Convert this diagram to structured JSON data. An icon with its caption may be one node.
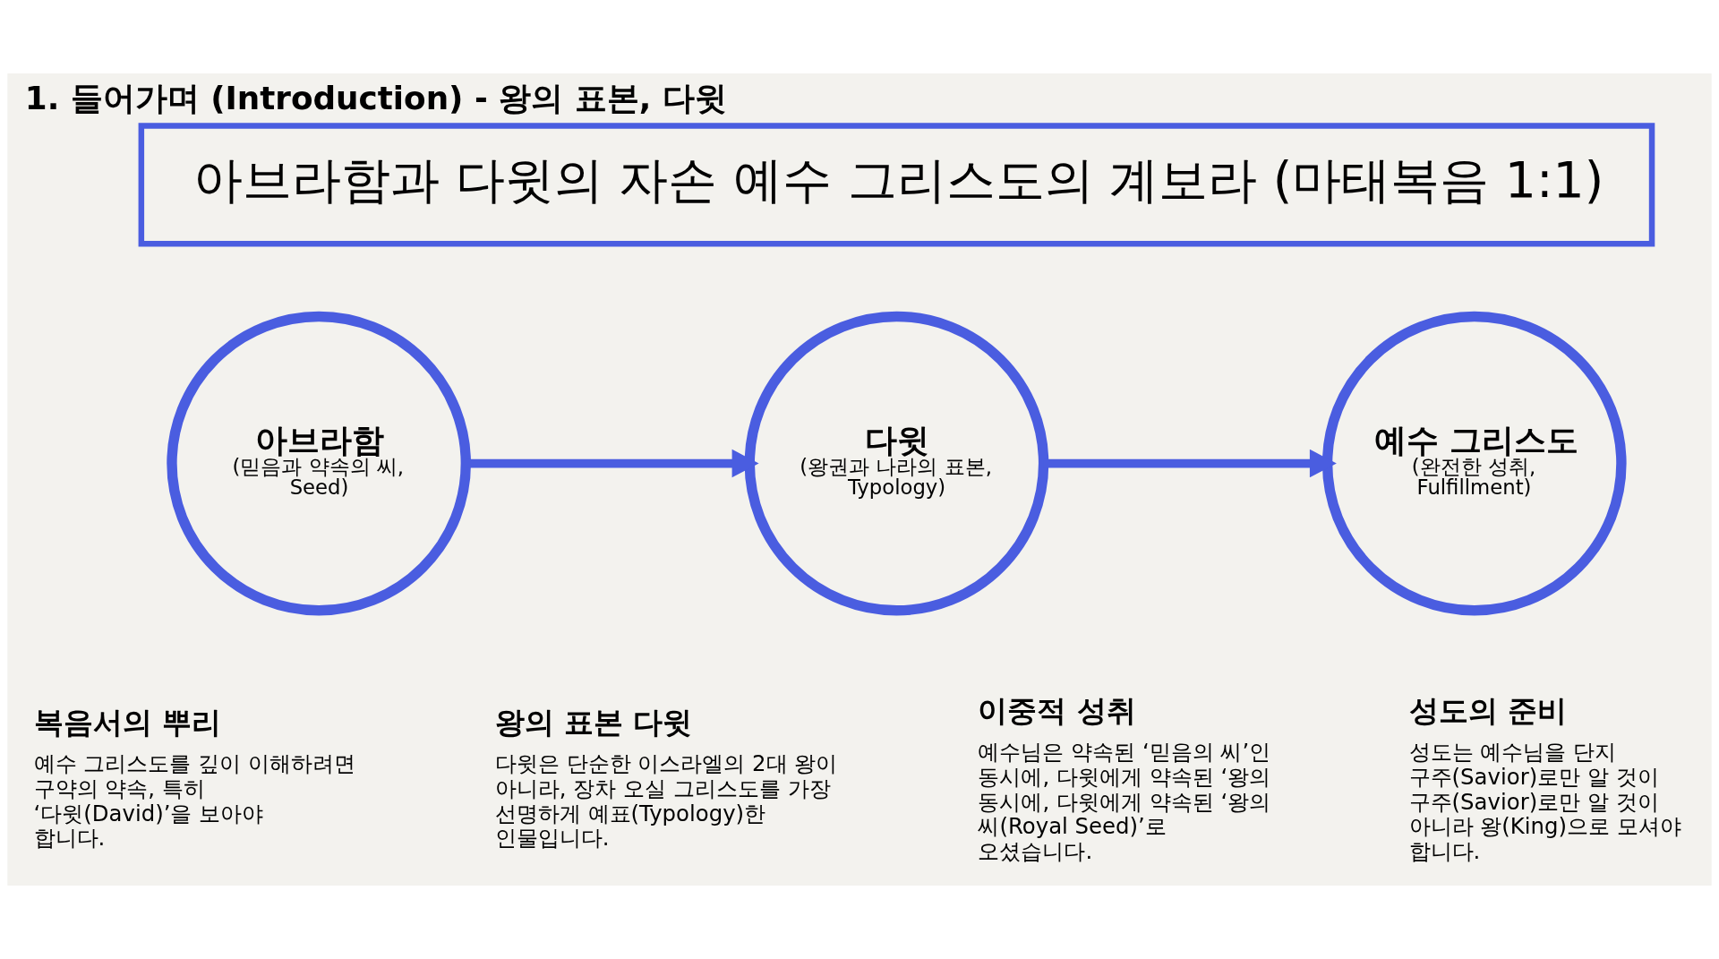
{
  "diagram": {
    "title": "1. 들어가며 (Introduction) - 왕의 표본, 다윗",
    "nodes": [
      {
        "text": [
          "아브라함과 다윗의 자손 예수 그리스도의 계보라 (마태복음 1:1)"
        ]
      },
      {
        "text": [
          "아브라함",
          "(믿음과 약속의 씨, Seed)"
        ]
      },
      {
        "text": [
          "다윗",
          "(왕권과 나라의 표본, Typology)"
        ]
      },
      {
        "text": [
          "예수 그리스도",
          "(완전한 성취, Fulfillment)"
        ]
      }
    ],
    "edges": [
      {
        "from": 1,
        "to": 2,
        "arrow": "to"
      },
      {
        "from": 2,
        "to": 3,
        "arrow": "to"
      }
    ],
    "labels": [
      "복음서의 뿌리",
      "예수 그리스도를 깊이 이해하려면 구약의 약속, 특히 ‘다윗(David)’을 보아야 합니다.",
      "왕의 표본 다윗",
      "다윗은 단순한 이스라엘의 2대 왕이 아니라, 장차 오실 그리스도를 가장 선명하게 예표(Typology)한 인물입니다.",
      "이중적 성취",
      "예수님은 약속된 ‘믿음의 씨’인 동시에, 다윗에게 약속된 ‘왕의 동시에, 다윗에게 약속된 ‘왕의 씨(Royal Seed)’로 오셨습니다.",
      "성도의 준비",
      "성도는 예수님을 단지 구주(Savior)로만 알 것이 구주(Savior)로만 알 것이 아니라 왕(King)으로 모셔야 합니다."
    ]
  }
}
